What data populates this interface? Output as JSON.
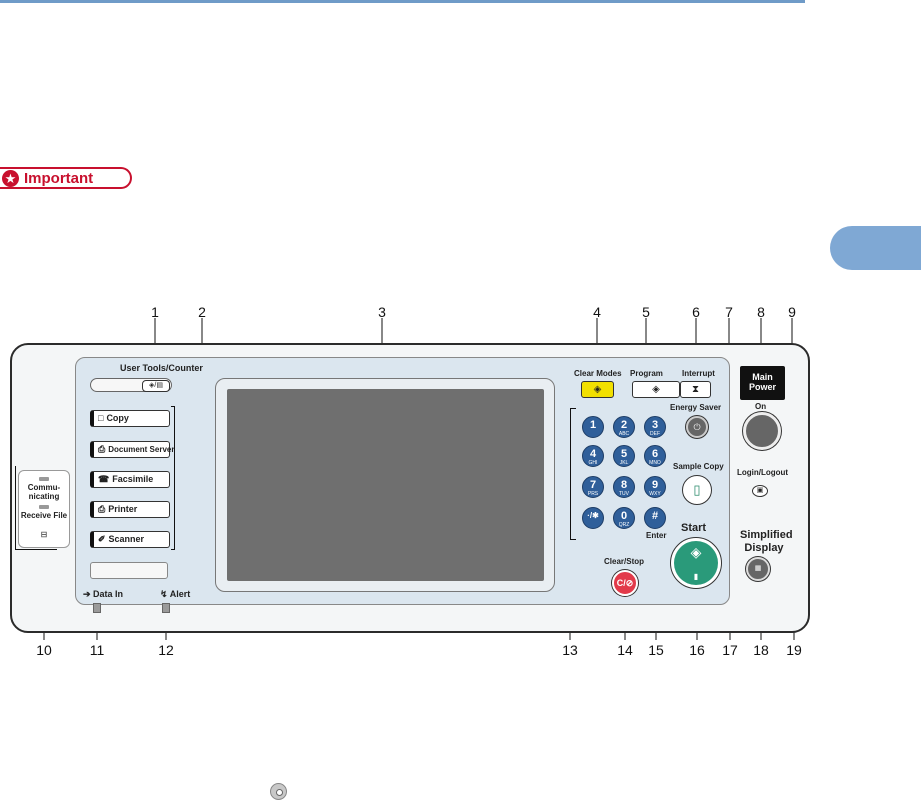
{
  "important_label": "Important",
  "panel": {
    "user_tools_label": "User Tools/Counter",
    "user_tools_icon": "◈/▤",
    "modes": [
      {
        "icon": "□",
        "label": "Copy"
      },
      {
        "icon": "⎙",
        "label": "Document Server"
      },
      {
        "icon": "☎",
        "label": "Facsimile"
      },
      {
        "icon": "⎙",
        "label": "Printer"
      },
      {
        "icon": "✐",
        "label": "Scanner"
      }
    ],
    "status": {
      "communicating": "Commu-\nnicating",
      "receive_file": "Receive File"
    },
    "clear_modes_label": "Clear Modes",
    "program_label": "Program",
    "interrupt_label": "Interrupt",
    "clear_modes_color": "#f2e000",
    "main_power_label": "Main\nPower",
    "on_label": "On",
    "energy_saver_label": "Energy Saver",
    "sample_copy_label": "Sample Copy",
    "login_logout_label": "Login/Logout",
    "simplified_display_label": "Simplified\nDisplay",
    "start_label": "Start",
    "clear_stop_label": "Clear/Stop",
    "clear_stop_key": "C/⊘",
    "enter_label": "Enter",
    "data_in_label": "Data In",
    "alert_label": "Alert",
    "keypad": [
      {
        "d": "1",
        "s": ""
      },
      {
        "d": "2",
        "s": "ABC"
      },
      {
        "d": "3",
        "s": "DEF"
      },
      {
        "d": "4",
        "s": "GHI"
      },
      {
        "d": "5",
        "s": "JKL"
      },
      {
        "d": "6",
        "s": "MNO"
      },
      {
        "d": "7",
        "s": "PRS"
      },
      {
        "d": "8",
        "s": "TUV"
      },
      {
        "d": "9",
        "s": "WXY"
      },
      {
        "d": "·/✱",
        "s": ""
      },
      {
        "d": "0",
        "s": "QRZ"
      },
      {
        "d": "#",
        "s": ""
      }
    ]
  },
  "callouts": [
    "1",
    "2",
    "3",
    "4",
    "5",
    "6",
    "7",
    "8",
    "9",
    "10",
    "11",
    "12",
    "13",
    "14",
    "15",
    "16",
    "17",
    "18",
    "19"
  ]
}
